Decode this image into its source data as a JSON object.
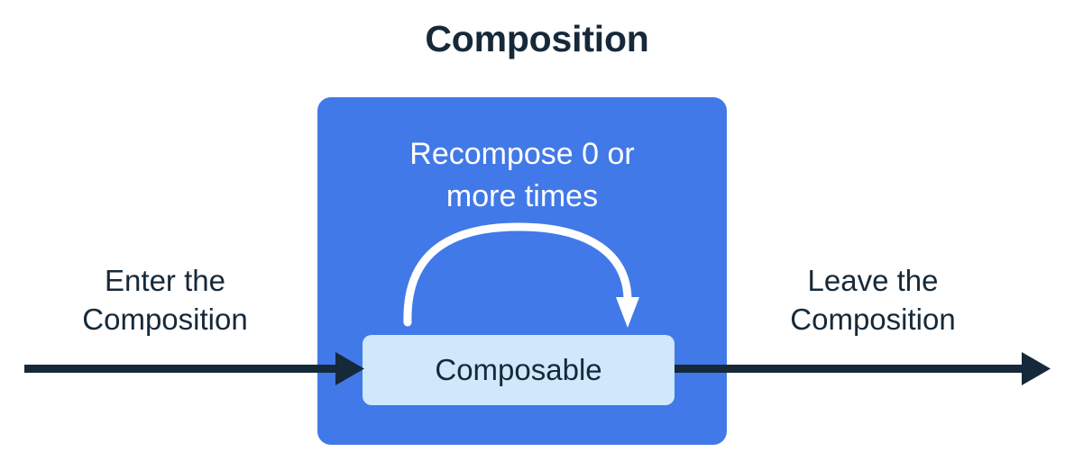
{
  "diagram": {
    "title": "Composition",
    "outer_box": {
      "name": "Composition",
      "color": "#4279e8",
      "recompose_line1": "Recompose 0 or",
      "recompose_line2": "more times"
    },
    "inner_box": {
      "label": "Composable",
      "color": "#cfe8fa"
    },
    "labels": {
      "enter_line1": "Enter the",
      "enter_line2": "Composition",
      "leave_line1": "Leave the",
      "leave_line2": "Composition"
    },
    "colors": {
      "background": "#ffffff",
      "primary_blue": "#4279e8",
      "light_blue": "#cfe8fa",
      "dark_navy": "#16293a",
      "arrow_white": "#ffffff"
    }
  }
}
